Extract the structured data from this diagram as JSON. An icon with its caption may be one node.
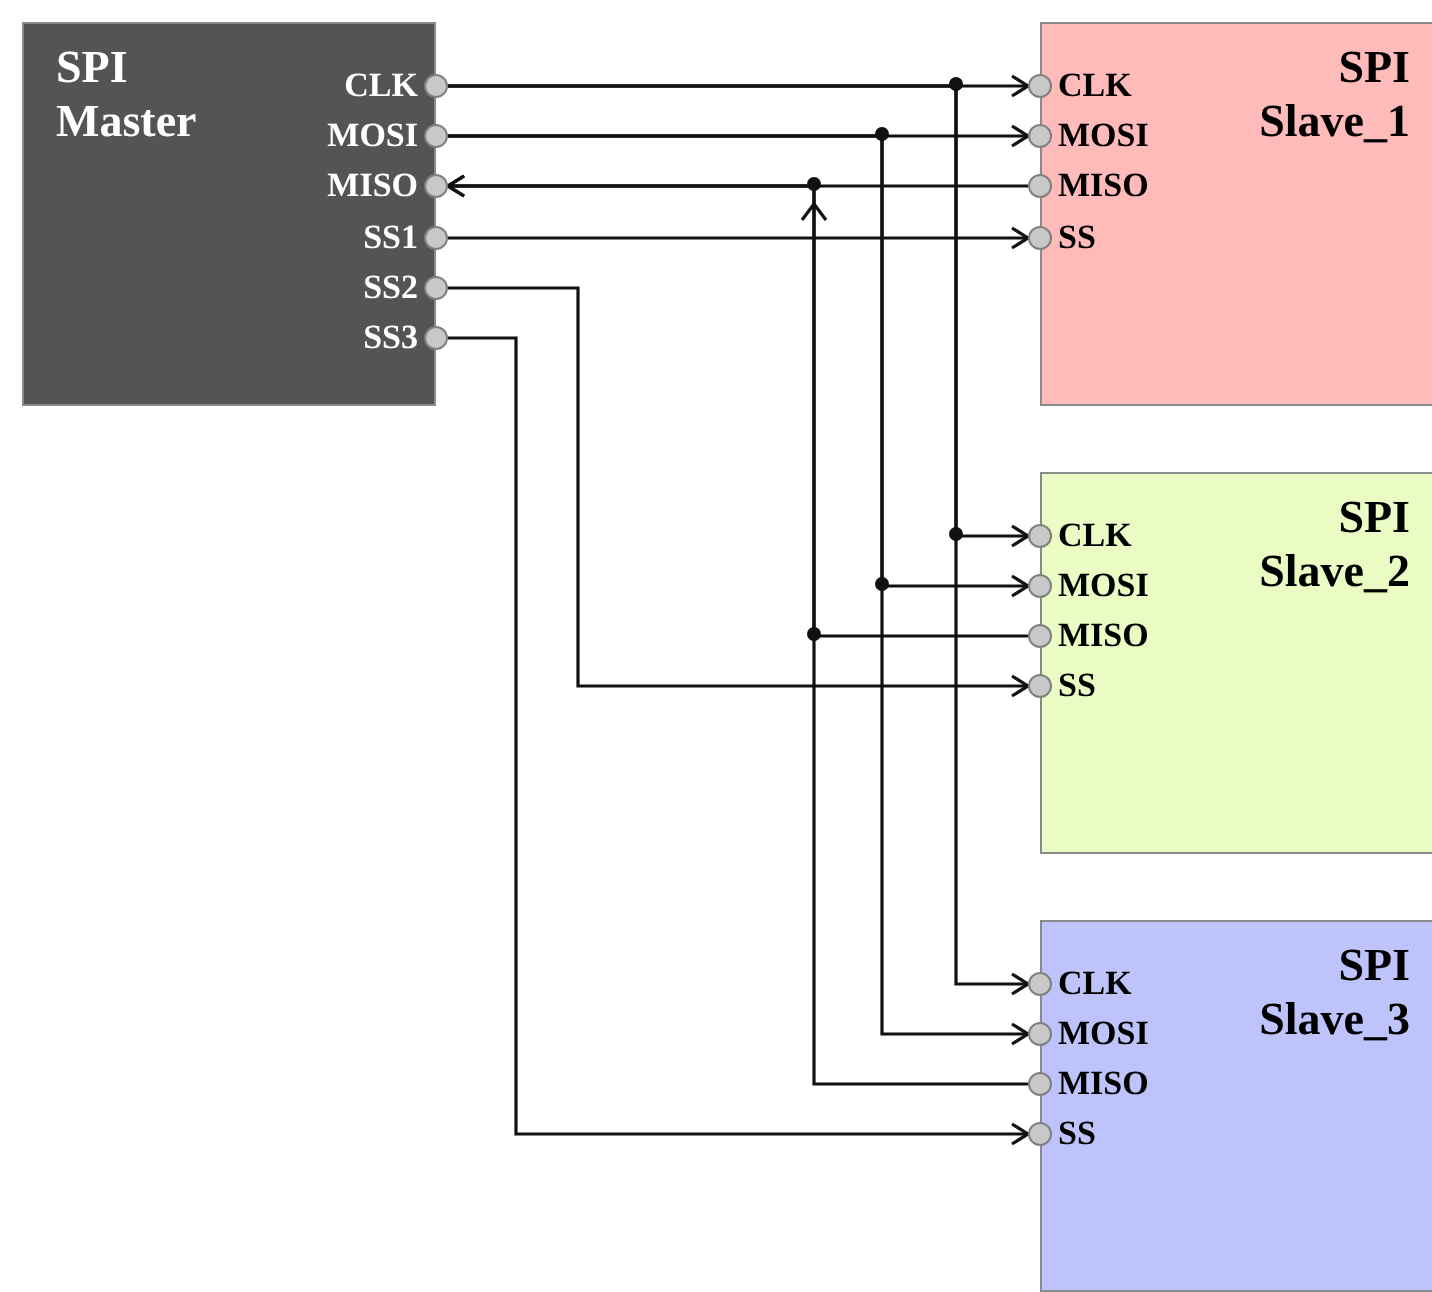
{
  "diagram": {
    "nodes": [
      {
        "text": [
          "SPI Master"
        ]
      },
      {
        "text": [
          "CLK"
        ],
        "in": 0
      },
      {
        "text": [
          "MOSI"
        ],
        "in": 0
      },
      {
        "text": [
          "MISO"
        ],
        "in": 0
      },
      {
        "text": [
          "SS1"
        ],
        "in": 0
      },
      {
        "text": [
          "SS2"
        ],
        "in": 0
      },
      {
        "text": [
          "SS3"
        ],
        "in": 0
      },
      {
        "text": [
          "SPI Slave_1"
        ]
      },
      {
        "text": [
          "CLK"
        ],
        "in": 7
      },
      {
        "text": [
          "MOSI"
        ],
        "in": 7
      },
      {
        "text": [
          "MISO"
        ],
        "in": 7
      },
      {
        "text": [
          "SS"
        ],
        "in": 7
      },
      {
        "text": [
          "SPI Slave_2"
        ]
      },
      {
        "text": [
          "CLK"
        ],
        "in": 12
      },
      {
        "text": [
          "MOSI"
        ],
        "in": 12
      },
      {
        "text": [
          "MISO"
        ],
        "in": 12
      },
      {
        "text": [
          "SS"
        ],
        "in": 12
      },
      {
        "text": [
          "SPI Slave_3"
        ]
      },
      {
        "text": [
          "CLK"
        ],
        "in": 17
      },
      {
        "text": [
          "MOSI"
        ],
        "in": 17
      },
      {
        "text": [
          "MISO"
        ],
        "in": 17
      },
      {
        "text": [
          "SS"
        ],
        "in": 17
      }
    ],
    "edges": [
      {
        "from": 1,
        "to": 8,
        "arrow": "to"
      },
      {
        "from": 1,
        "to": 13,
        "arrow": "to"
      },
      {
        "from": 1,
        "to": 18,
        "arrow": "to"
      },
      {
        "from": 2,
        "to": 9,
        "arrow": "to"
      },
      {
        "from": 2,
        "to": 14,
        "arrow": "to"
      },
      {
        "from": 2,
        "to": 19,
        "arrow": "to"
      },
      {
        "from": 10,
        "to": 3,
        "arrow": "to"
      },
      {
        "from": 15,
        "to": 3,
        "arrow": "to"
      },
      {
        "from": 20,
        "to": 3,
        "arrow": "to"
      },
      {
        "from": 4,
        "to": 11,
        "arrow": "to"
      },
      {
        "from": 5,
        "to": 16,
        "arrow": "to"
      },
      {
        "from": 6,
        "to": 21,
        "arrow": "to"
      }
    ]
  }
}
